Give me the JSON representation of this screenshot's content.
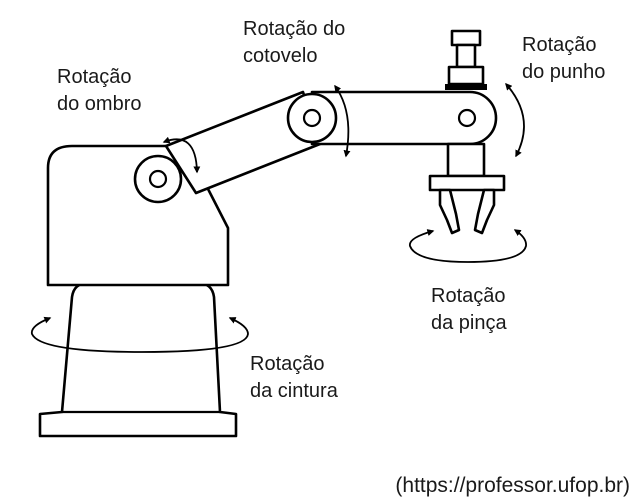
{
  "labels": {
    "shoulder": [
      "Rotação",
      "do ombro"
    ],
    "elbow": [
      "Rotação do",
      "cotovelo"
    ],
    "wrist": [
      "Rotação",
      "do punho"
    ],
    "gripper": [
      "Rotação",
      "da pinça"
    ],
    "waist": [
      "Rotação",
      "da cintura"
    ]
  },
  "source": "(https://professor.ufop.br)",
  "colors": {
    "line": "#000000",
    "text": "#1a1a1a",
    "background": "#ffffff"
  }
}
